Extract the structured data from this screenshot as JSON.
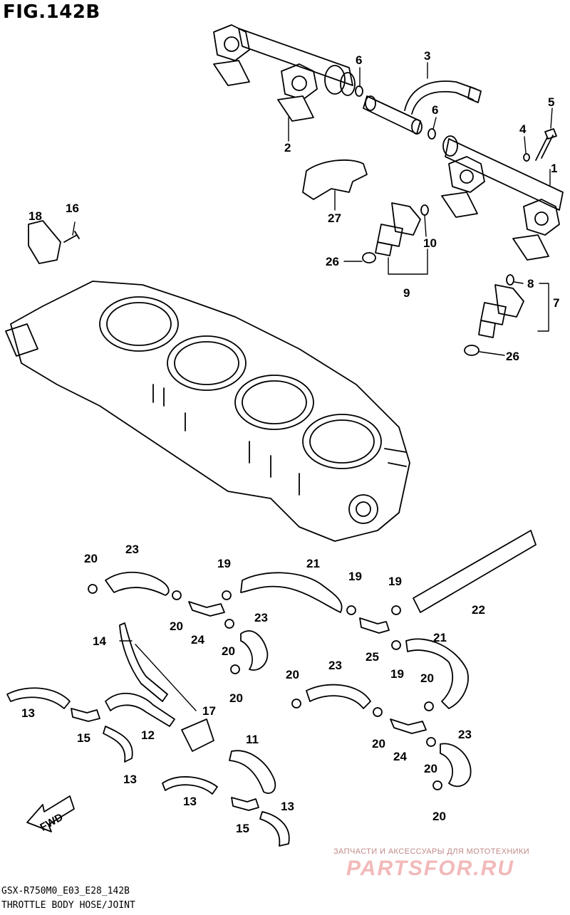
{
  "figure": {
    "title": "FIG.142B",
    "code": "GSX-R750M0_E03_E28_142B",
    "caption": "THROTTLE BODY HOSE/JOINT"
  },
  "watermark": {
    "line1": "ЗАПЧАСТИ И АКСЕССУАРЫ ДЛЯ МОТОТЕХНИКИ",
    "line2": "PARTSFOR.RU"
  },
  "direction_arrow": "FWD",
  "part_labels": [
    "1",
    "2",
    "3",
    "4",
    "5",
    "6",
    "6",
    "7",
    "8",
    "9",
    "10",
    "11",
    "12",
    "13",
    "13",
    "13",
    "13",
    "14",
    "15",
    "15",
    "16",
    "17",
    "18",
    "19",
    "19",
    "19",
    "19",
    "20",
    "20",
    "20",
    "20",
    "20",
    "20",
    "20",
    "20",
    "20",
    "21",
    "21",
    "22",
    "23",
    "23",
    "23",
    "23",
    "24",
    "24",
    "25",
    "26",
    "26",
    "27"
  ],
  "colors": {
    "line": "#000000",
    "background": "#ffffff",
    "watermark": "#f2b9b9"
  }
}
